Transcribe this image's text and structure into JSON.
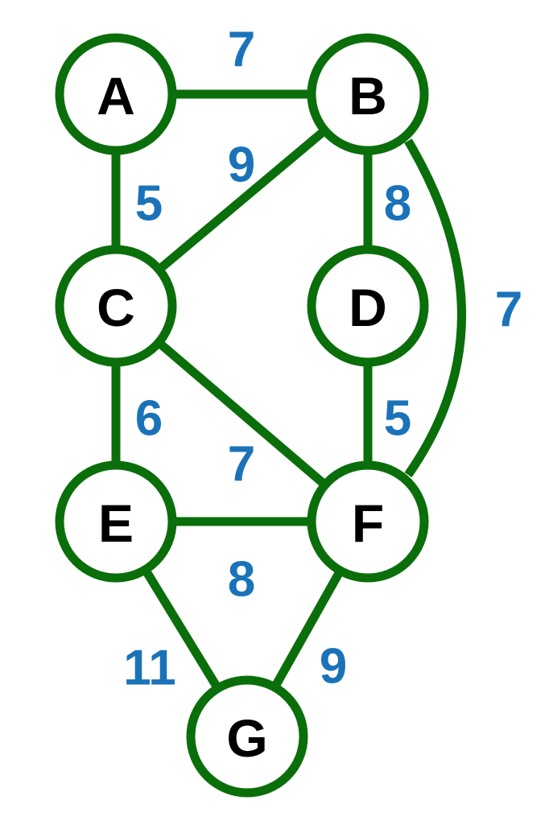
{
  "colors": {
    "edge": "#0a6e0a",
    "node_border": "#0a6e0a",
    "node_fill": "#ffffff",
    "node_text": "#000000",
    "weight_text": "#1a73b8",
    "background": "#ffffff"
  },
  "graph": {
    "type": "weighted-undirected-graph",
    "nodes": [
      {
        "id": "A",
        "label": "A"
      },
      {
        "id": "B",
        "label": "B"
      },
      {
        "id": "C",
        "label": "C"
      },
      {
        "id": "D",
        "label": "D"
      },
      {
        "id": "E",
        "label": "E"
      },
      {
        "id": "F",
        "label": "F"
      },
      {
        "id": "G",
        "label": "G"
      }
    ],
    "edges": [
      {
        "from": "A",
        "to": "B",
        "weight": "7"
      },
      {
        "from": "A",
        "to": "C",
        "weight": "5"
      },
      {
        "from": "B",
        "to": "C",
        "weight": "9"
      },
      {
        "from": "B",
        "to": "D",
        "weight": "8"
      },
      {
        "from": "B",
        "to": "F",
        "weight": "7"
      },
      {
        "from": "C",
        "to": "E",
        "weight": "6"
      },
      {
        "from": "C",
        "to": "F",
        "weight": "7"
      },
      {
        "from": "D",
        "to": "F",
        "weight": "5"
      },
      {
        "from": "E",
        "to": "F",
        "weight": "8"
      },
      {
        "from": "E",
        "to": "G",
        "weight": "11"
      },
      {
        "from": "F",
        "to": "G",
        "weight": "9"
      }
    ]
  }
}
